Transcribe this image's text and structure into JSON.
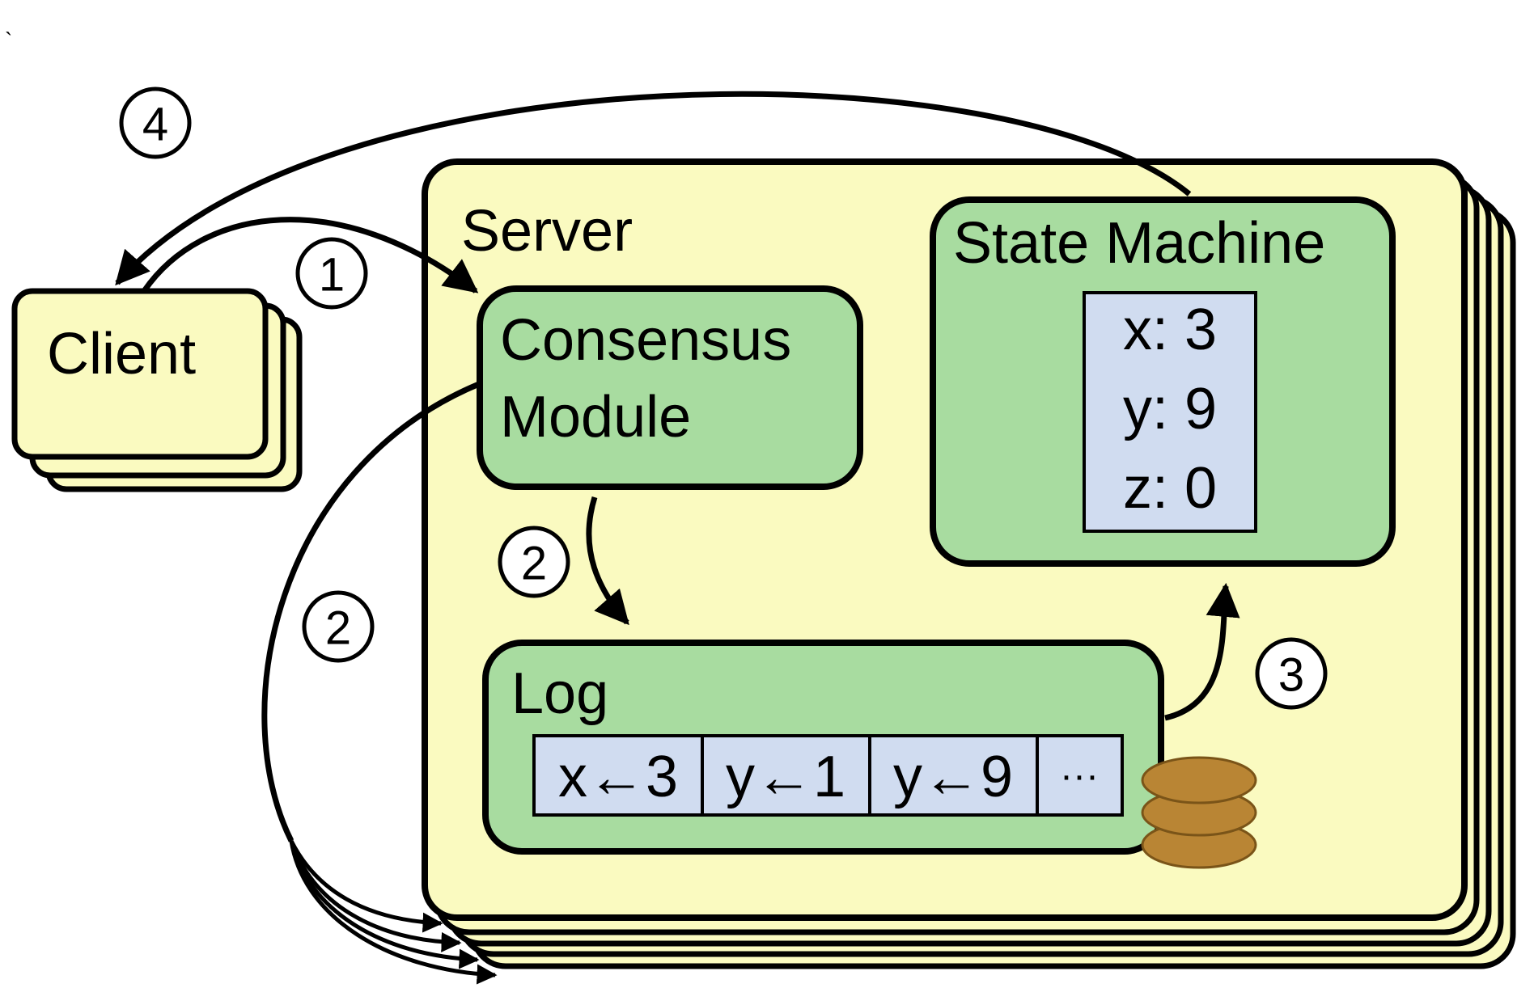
{
  "corner_mark": "`",
  "client": {
    "label": "Client"
  },
  "server": {
    "label": "Server"
  },
  "consensus": {
    "line1": "Consensus",
    "line2": "Module"
  },
  "state_machine": {
    "label": "State Machine",
    "vars": [
      "x: 3",
      "y: 9",
      "z: 0"
    ]
  },
  "log": {
    "label": "Log",
    "entries": [
      "x←3",
      "y←1",
      "y←9",
      "···"
    ]
  },
  "steps": [
    "1",
    "2",
    "2",
    "3",
    "4"
  ],
  "colors": {
    "server_fill": "#fafac0",
    "module_fill": "#a8dca0",
    "cell_fill": "#d0dcf0",
    "disk_fill": "#b98534"
  }
}
